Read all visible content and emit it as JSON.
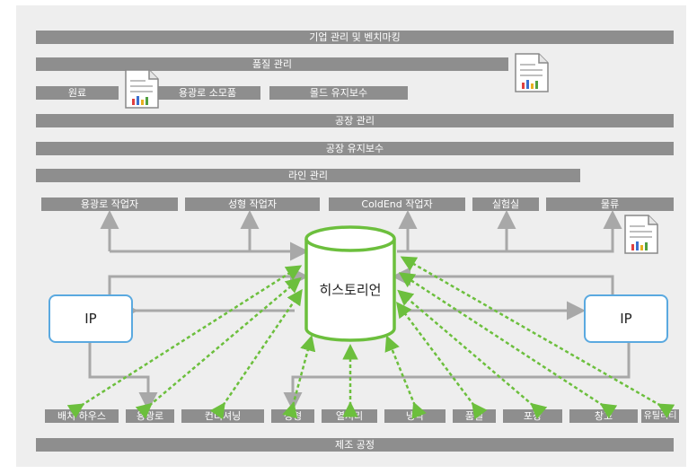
{
  "layers": {
    "enterprise": "기업 관리 및 벤치마킹",
    "quality": "품질 관리",
    "raw": "원료",
    "furnace_parts": "용광로 소모품",
    "mold": "몰드 유지보수",
    "plant_mgmt": "공장 관리",
    "plant_maint": "공장 유지보수",
    "line_mgmt": "라인 관리"
  },
  "workers": [
    "용광로 작업자",
    "성형 작업자",
    "ColdEnd 작업자",
    "실험실",
    "물류"
  ],
  "center": {
    "historian": "히스토리언",
    "ip_left": "IP",
    "ip_right": "IP"
  },
  "processes": [
    "배치 하우스",
    "용광로",
    "컨디셔닝",
    "성형",
    "열처리",
    "냉각",
    "품질",
    "포장",
    "창고",
    "유틸리티"
  ],
  "footer": "제조 공정",
  "colors": {
    "bar": "#8e8e8e",
    "arrow_gray": "#a8a8a8",
    "arrow_green": "#6cbf3d",
    "ip_border": "#5aa9e0"
  }
}
